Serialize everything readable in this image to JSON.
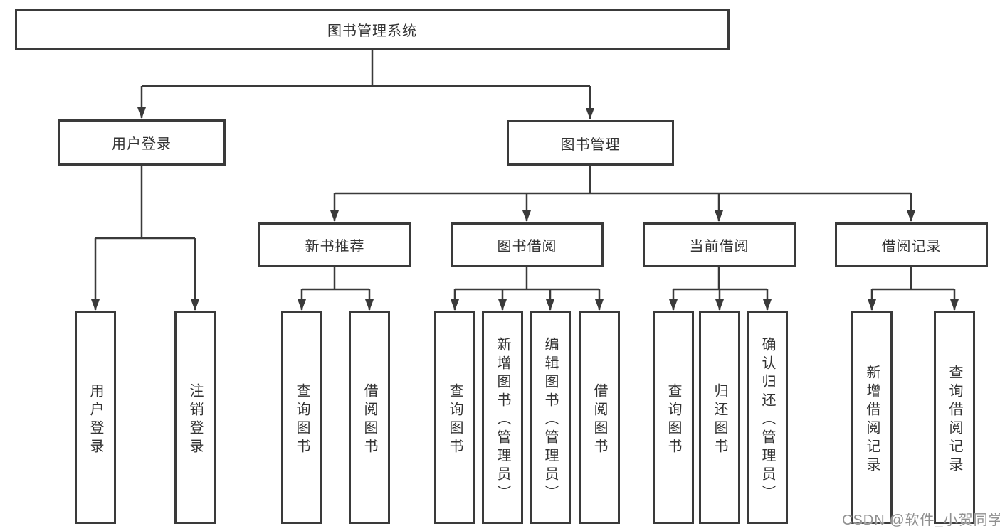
{
  "diagram": {
    "root": "图书管理系统",
    "level2": {
      "user_login": "用户登录",
      "book_mgmt": "图书管理"
    },
    "level3": {
      "new_book_rec": "新书推荐",
      "book_borrow": "图书借阅",
      "current_borrow": "当前借阅",
      "borrow_records": "借阅记录"
    },
    "leaves": {
      "user_login": [
        "用户登录",
        "注销登录"
      ],
      "new_book_rec": [
        "查询图书",
        "借阅图书"
      ],
      "book_borrow": [
        "查询图书",
        "新增图书（管理员）",
        "编辑图书（管理员）",
        "借阅图书"
      ],
      "current_borrow": [
        "查询图书",
        "归还图书",
        "确认归还（管理员）"
      ],
      "borrow_records": [
        "新增借阅记录",
        "查询借阅记录"
      ]
    }
  },
  "watermark": "CSDN @软件_小贺同学",
  "colors": {
    "line": "#3a3a3a",
    "text": "#333333",
    "watermark": "#909090",
    "background": "#ffffff"
  }
}
